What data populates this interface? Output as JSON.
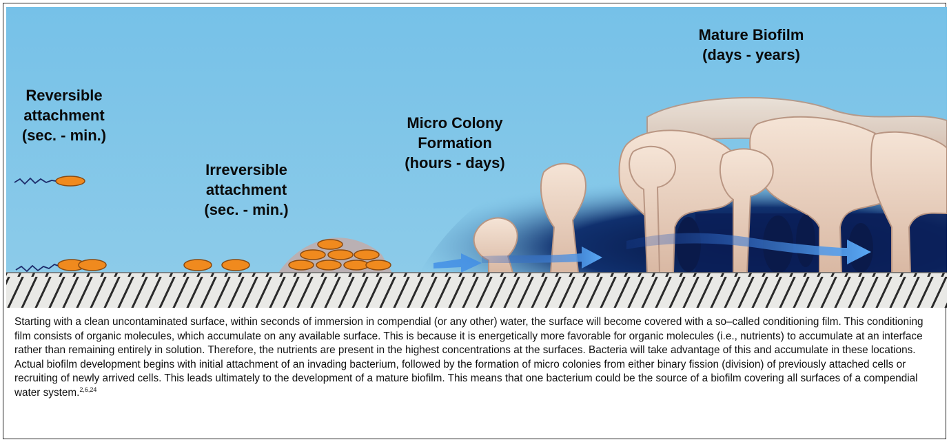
{
  "stages": [
    {
      "lines": [
        "Reversible",
        "attachment",
        "(sec. - min.)"
      ]
    },
    {
      "lines": [
        "Irreversible",
        "attachment",
        "(sec. - min.)"
      ]
    },
    {
      "lines": [
        "Micro Colony",
        "Formation",
        "(hours - days)"
      ]
    },
    {
      "lines": [
        "Mature Biofilm",
        "(days - years)"
      ]
    }
  ],
  "caption": {
    "text": "Starting with a clean uncontaminated surface, within seconds of immersion in compendial (or any other) water, the surface will become covered with a so–called conditioning film. This conditioning film consists of organic molecules, which accumulate on any available surface. This is because it is energetically more favorable for organic molecules (i.e., nutrients) to accumulate at an interface rather than remaining entirely in solution. Therefore, the nutrients are present in the highest concentrations at the surfaces. Bacteria will take advantage of this and accumulate in these locations. Actual biofilm development begins with initial attachment of an invading bacterium, followed by the formation of micro colonies from either binary fission (division) of previously attached cells or recruiting of newly arrived cells. This leads ultimately to the development of a mature biofilm. This means that one bacterium could be the source of a biofilm covering all surfaces of a compendial water system.",
    "refs": "2,6,24"
  },
  "colors": {
    "water": "#7cc4e8",
    "deep_water": "#08184a",
    "bacterium": "#f08a1e",
    "biofilm": "#ead0bd",
    "surface": "#e9e9e6",
    "hatch": "#2a2a2a",
    "flow_arrow": "#3f8ce6"
  },
  "icons": [
    "bacterium-icon",
    "flagellum-icon",
    "flow-arrow-icon",
    "hatched-surface"
  ]
}
